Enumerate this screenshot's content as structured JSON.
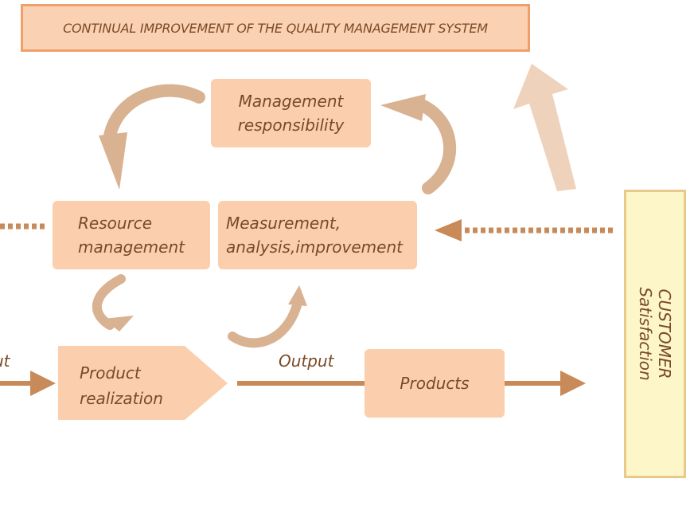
{
  "banner": {
    "title": "CONTINUAL IMPROVEMENT OF THE QUALITY MANAGEMENT SYSTEM"
  },
  "nodes": {
    "management": [
      "Management",
      "responsibility"
    ],
    "resource": [
      "Resource",
      "management"
    ],
    "measurement": [
      "Measurement,",
      "analysis,improvement"
    ],
    "realization": [
      "Product",
      "realization"
    ],
    "products": "Products"
  },
  "labels": {
    "output": "Output",
    "input_fragment": "ut"
  },
  "customer": [
    "CUSTOMER",
    "Satisfaction"
  ],
  "colors": {
    "box_fill": "#fbcfad",
    "banner_border": "#ef9f6a",
    "arrow_dark": "#c98a5a",
    "arrow_light": "#d9b292",
    "arrow_pale": "#efd2bc",
    "customer_fill": "#fdf6c8",
    "customer_border": "#e8c98a",
    "text": "#7a4a28"
  }
}
